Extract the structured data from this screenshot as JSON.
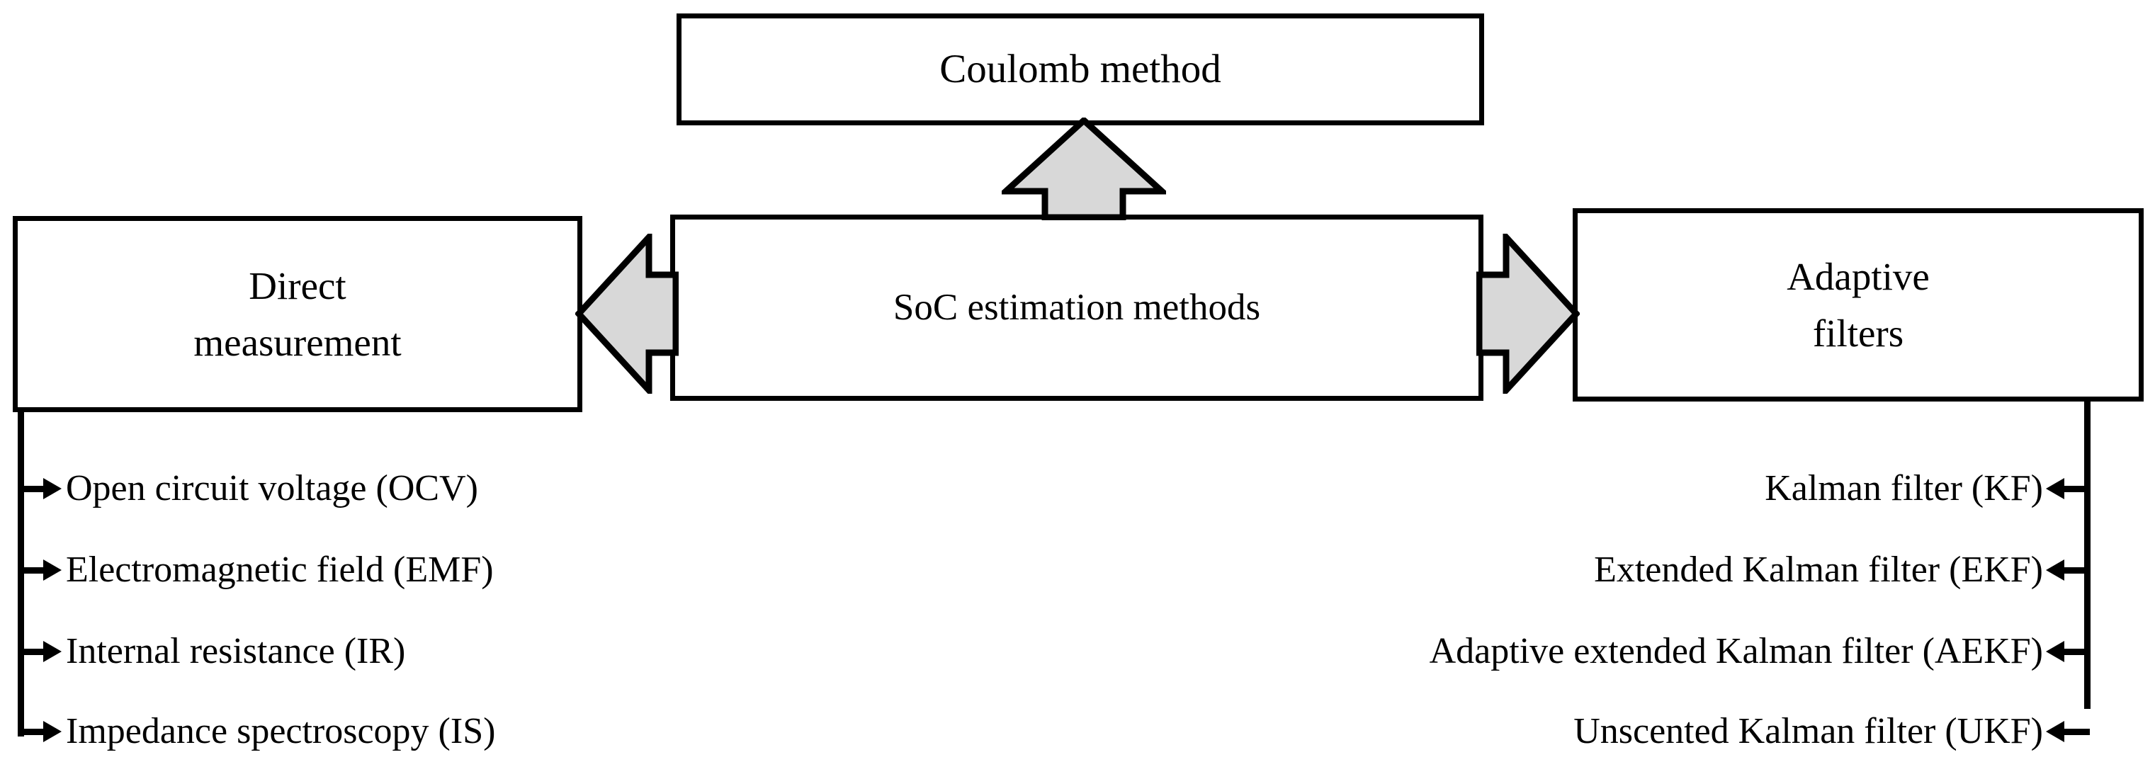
{
  "diagram": {
    "title": "SoC estimation methods taxonomy",
    "colors": {
      "stroke": "#000000",
      "background": "#ffffff",
      "arrow_fill": "#d8d8d8"
    },
    "nodes": {
      "coulomb": {
        "label": "Coulomb method"
      },
      "center": {
        "label": "SoC estimation methods"
      },
      "direct": {
        "label": "Direct\nmeasurement"
      },
      "adaptive": {
        "label": "Adaptive\nfilters"
      }
    },
    "connectors": {
      "up_arrow": "block-arrow-up",
      "left_arrow": "block-arrow-left",
      "right_arrow": "block-arrow-right"
    },
    "direct_items": [
      {
        "label": "Open circuit voltage (OCV)"
      },
      {
        "label": "Electromagnetic field (EMF)"
      },
      {
        "label": "Internal resistance (IR)"
      },
      {
        "label": "Impedance spectroscopy (IS)"
      }
    ],
    "adaptive_items": [
      {
        "label": "Kalman filter (KF)"
      },
      {
        "label": "Extended Kalman filter (EKF)"
      },
      {
        "label": "Adaptive extended Kalman filter (AEKF)"
      },
      {
        "label": "Unscented Kalman filter (UKF)"
      }
    ]
  }
}
